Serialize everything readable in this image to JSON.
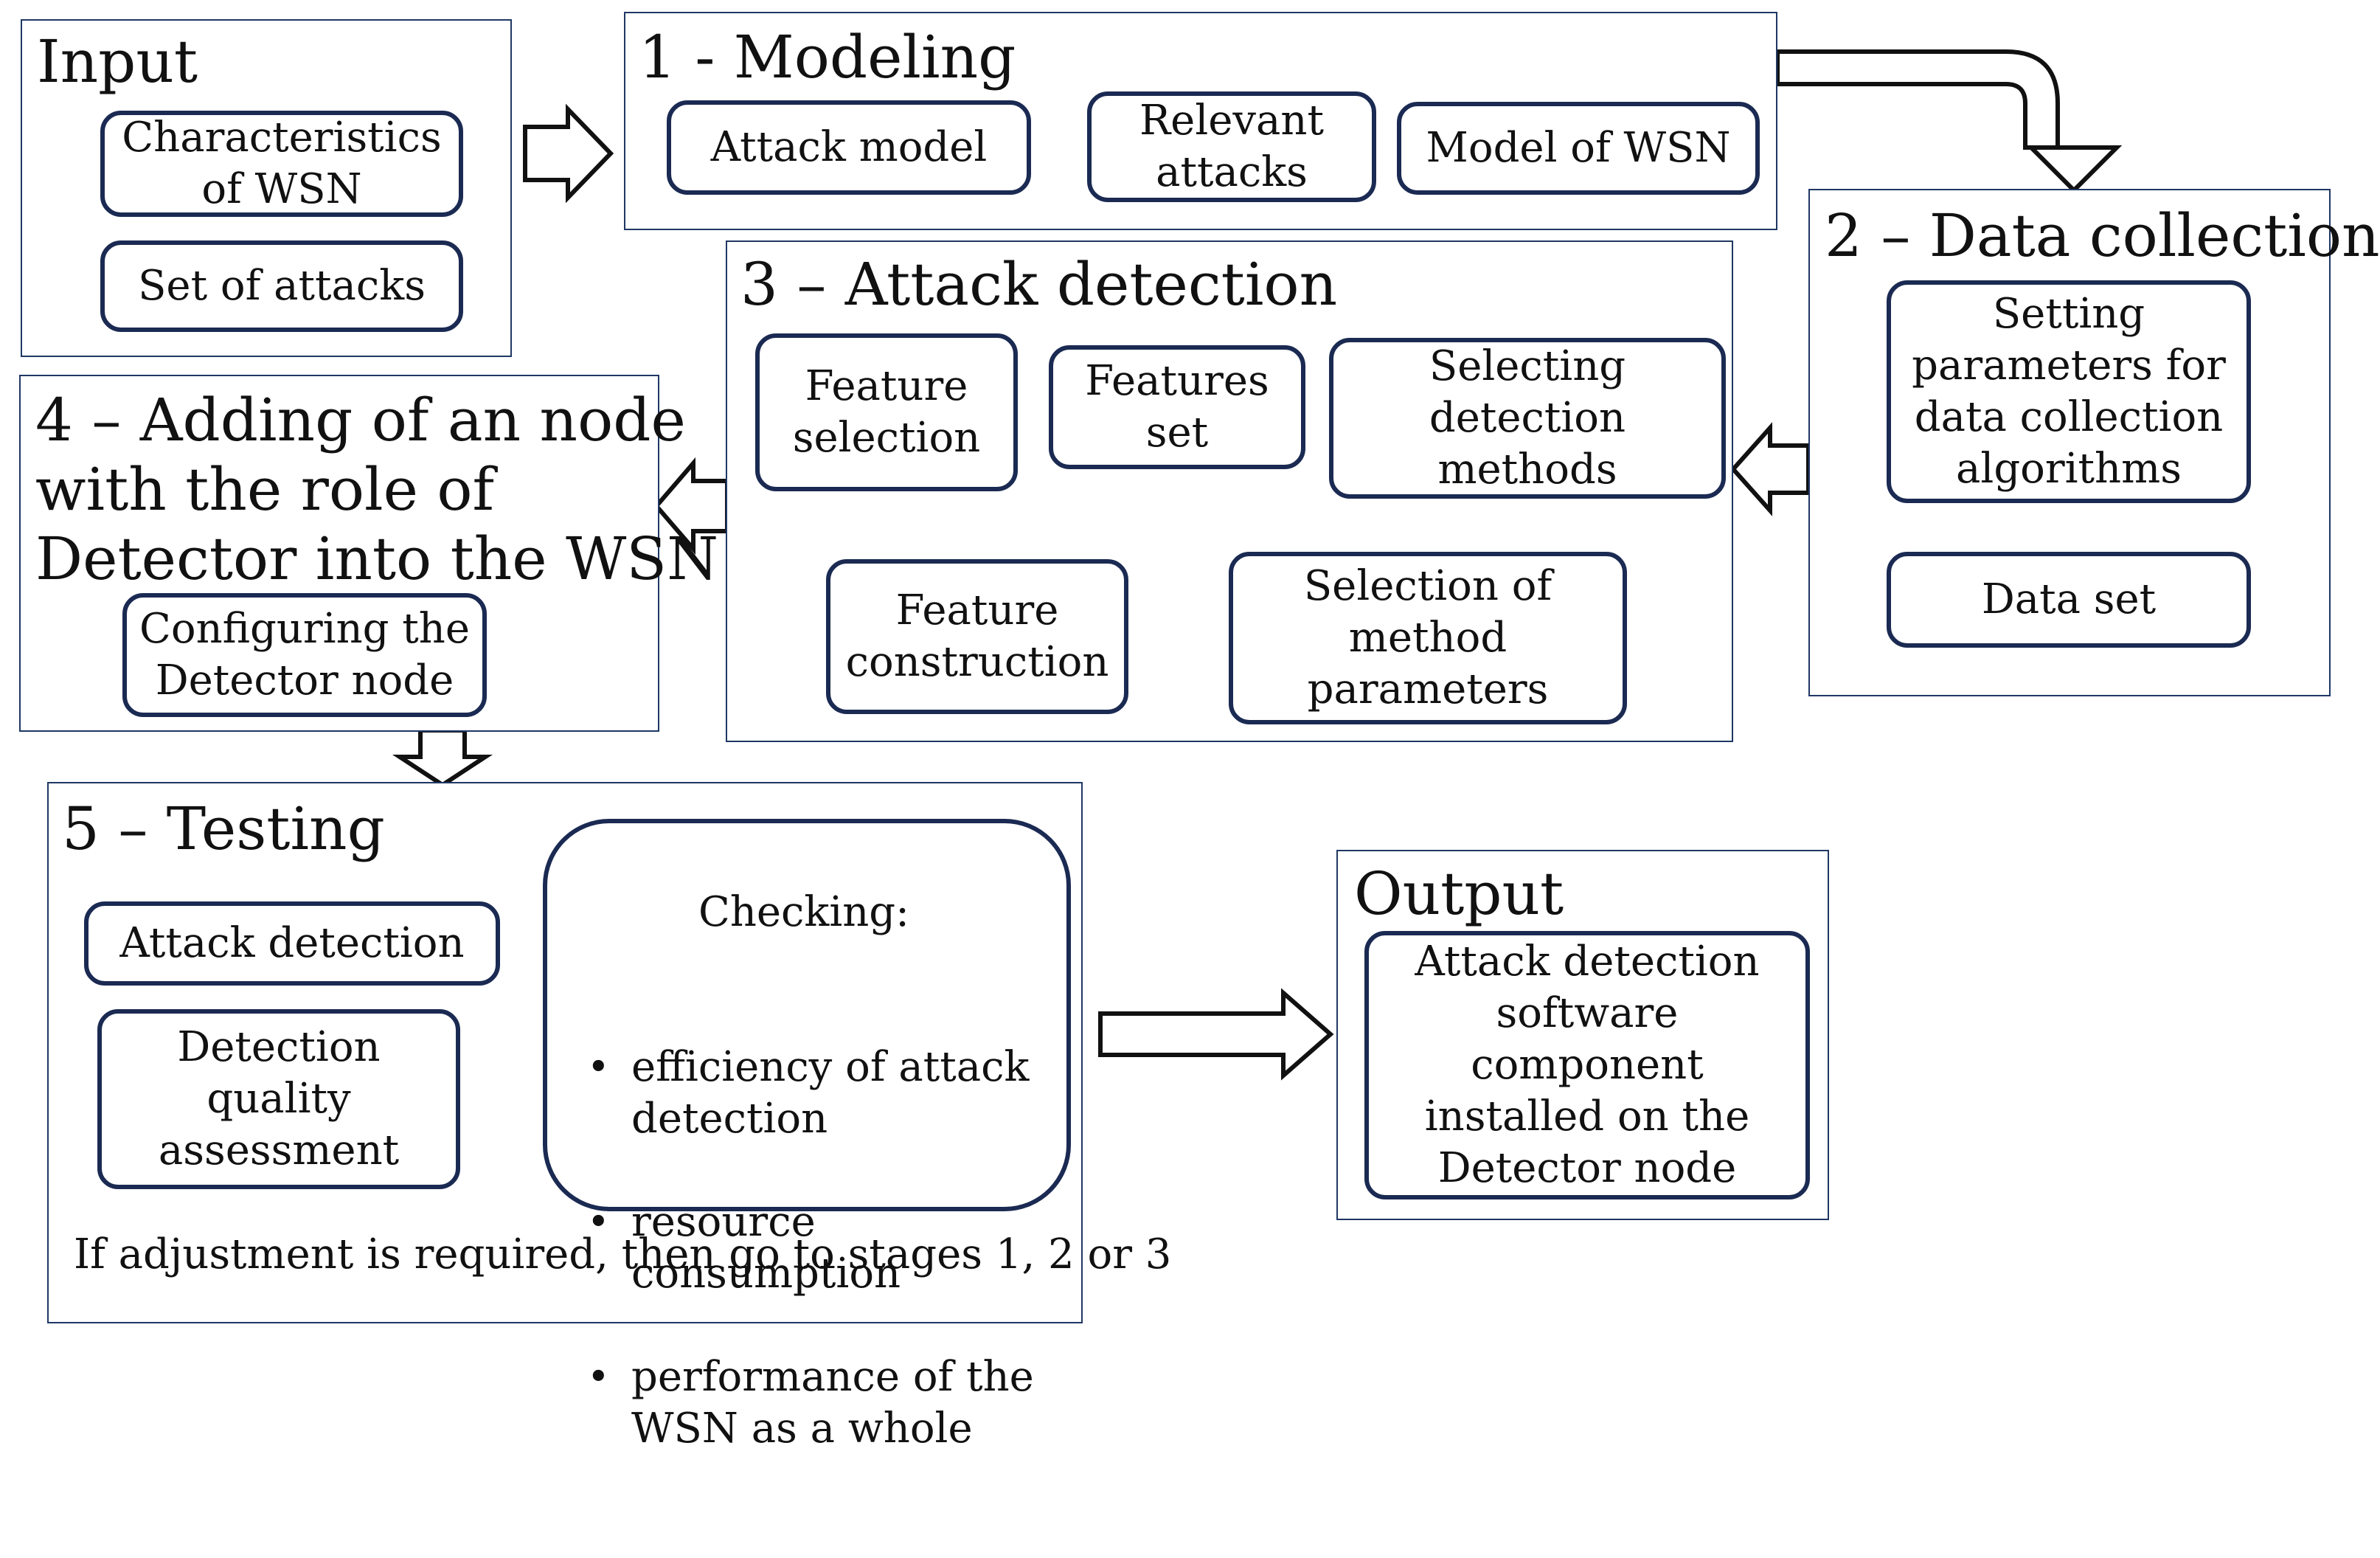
{
  "input": {
    "title": "Input",
    "items": [
      "Characteristics\nof WSN",
      "Set of attacks"
    ]
  },
  "modeling": {
    "title": "1 - Modeling",
    "items": [
      "Attack model",
      "Relevant\nattacks",
      "Model of WSN"
    ]
  },
  "data_collection": {
    "title": "2 – Data collection",
    "items": [
      "Setting\nparameters for\ndata collection\nalgorithms",
      "Data set"
    ]
  },
  "attack_detection": {
    "title": "3 – Attack detection",
    "items": [
      "Feature\nselection",
      "Features\nset",
      "Selecting\ndetection\nmethods",
      "Feature\nconstruction",
      "Selection of\nmethod\nparameters"
    ]
  },
  "adding_node": {
    "title_lines": [
      "4 – Adding of an node",
      "with the role of",
      "Detector into the WSN"
    ],
    "items": [
      "Configuring the\nDetector node"
    ]
  },
  "testing": {
    "title": "5 – Testing",
    "items": [
      "Attack detection",
      "Detection\nquality\nassessment"
    ],
    "checking": {
      "heading": "Checking:",
      "bullets": [
        "efficiency of attack\ndetection",
        "resource\nconsumption",
        "performance of the\nWSN as a whole"
      ]
    },
    "note": "If adjustment is required, then go to stages 1, 2 or 3"
  },
  "output": {
    "title": "Output",
    "items": [
      "Attack detection\nsoftware\ncomponent\ninstalled on the\nDetector node"
    ]
  },
  "colors": {
    "border": "#1a2a52",
    "panel_border": "#1f3864",
    "background": "#ffffff"
  }
}
